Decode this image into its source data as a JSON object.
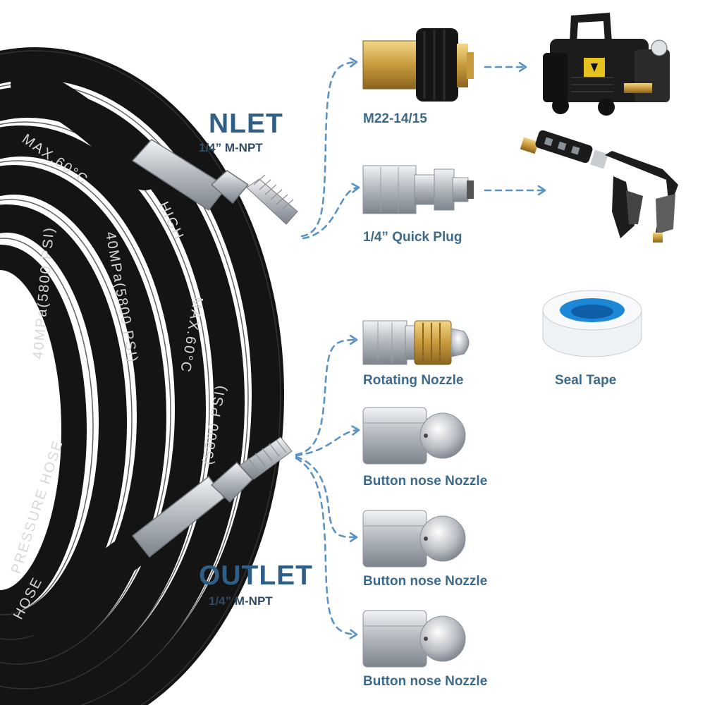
{
  "inlet": {
    "title": "NLET",
    "thread": "1/4” M-NPT"
  },
  "outlet": {
    "title": "OUTLET",
    "thread": "1/4” M-NPT"
  },
  "inlet_items": [
    {
      "label": "M22-14/15"
    },
    {
      "label": "1/4” Quick Plug"
    }
  ],
  "outlet_items": [
    {
      "label": "Rotating Nozzle"
    },
    {
      "label": "Button nose Nozzle"
    },
    {
      "label": "Button nose Nozzle"
    },
    {
      "label": "Button nose Nozzle"
    }
  ],
  "accessory": {
    "label": "Seal Tape"
  },
  "hose_print": {
    "rating_1": "MAX.60°C",
    "rating_2": "40MPa(5800 PSI)",
    "rating_3": "(5800 PSI)",
    "brand_1": "HIGH",
    "brand_2": "PRESSURE HOSE",
    "brand_3": "HOSE"
  },
  "colors": {
    "arrow": "#5b93c4",
    "heading": "#2f5f86",
    "hose": "#141414",
    "steel": "#c9cdd2",
    "brass": "#c89b3c",
    "tape_blue": "#1e88d8"
  },
  "icons": [
    "hose-coil-illustration",
    "m22-brass-adapter-icon",
    "pressure-washer-icon",
    "quick-plug-icon",
    "spray-gun-icon",
    "rotating-nozzle-icon",
    "button-nose-nozzle-icon",
    "seal-tape-icon",
    "dashed-arrow-icon"
  ]
}
